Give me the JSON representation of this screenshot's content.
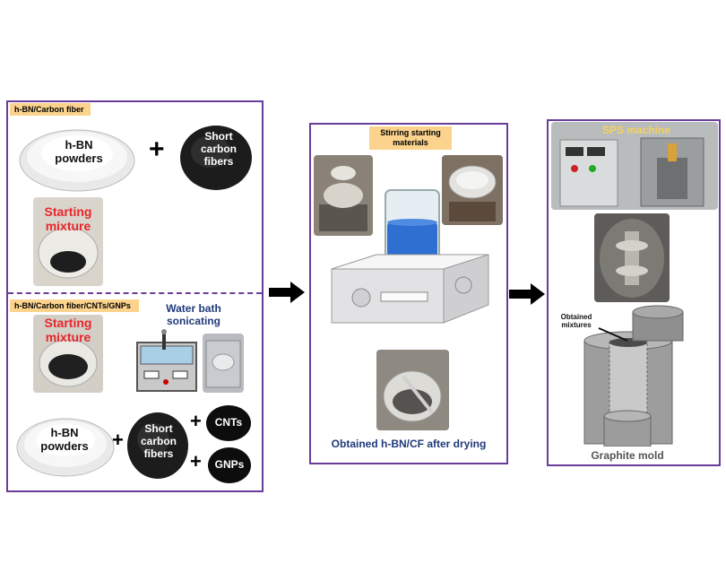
{
  "left_panel": {
    "top_tag": "h-BN/Carbon fiber",
    "hbn_label_1": "h-BN\npowders",
    "short_cf_label_1": "Short\ncarbon\nfibers",
    "starting_mixture_1": "Starting\nmixture",
    "bottom_tag": "h-BN/Carbon fiber/CNTs/GNPs",
    "starting_mixture_2": "Starting\nmixture",
    "water_bath_label": "Water bath\nsonicating",
    "hbn_label_2": "h-BN\npowders",
    "short_cf_label_2": "Short\ncarbon\nfibers",
    "cnts_label": "CNTs",
    "gnps_label": "GNPs",
    "plus": "+"
  },
  "middle_panel": {
    "tag": "Stirring starting\nmaterials",
    "caption": "Obtained h-BN/CF after drying"
  },
  "right_panel": {
    "sps_label": "SPS machine",
    "obtained_label": "Obtained\nmixtures",
    "graphite_label": "Graphite mold"
  },
  "colors": {
    "panel_border": "#6a3d9a",
    "tag_bg": "#fbd38d",
    "red_text": "#e8262d",
    "navy_text": "#1f3a7a",
    "beaker_liquid": "#2f6fd1"
  }
}
